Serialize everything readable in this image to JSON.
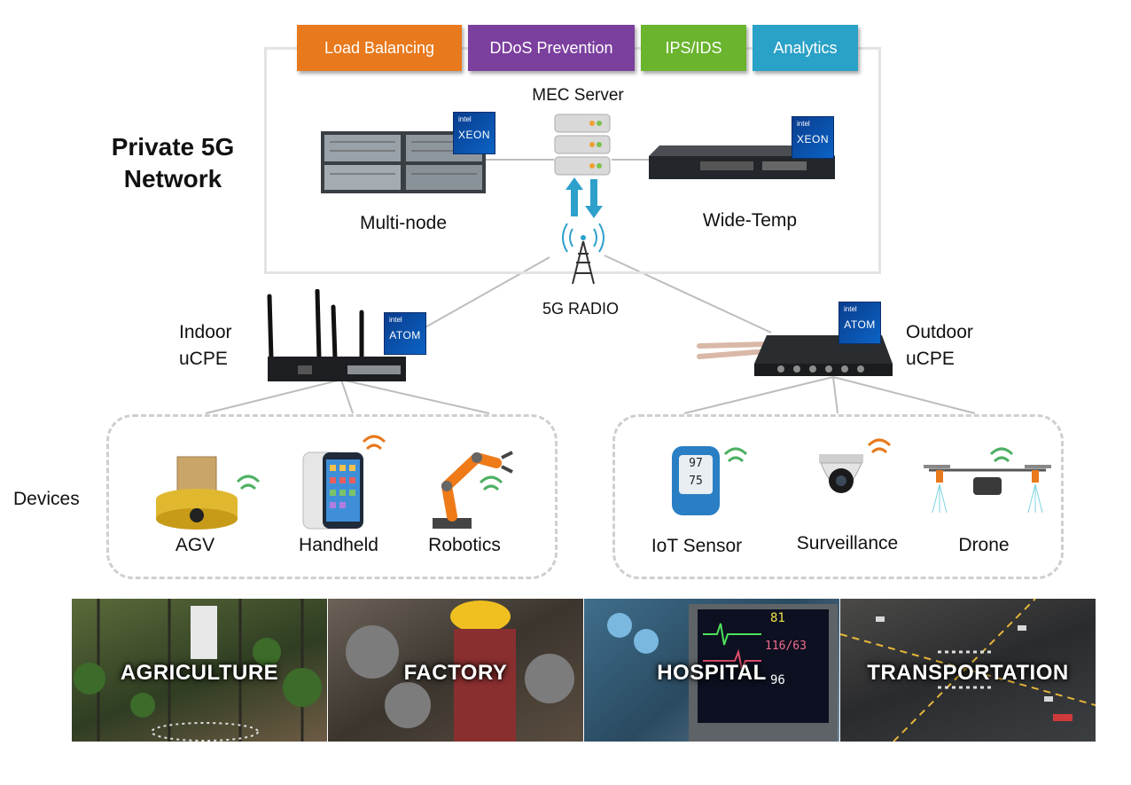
{
  "services": [
    {
      "label": "Load Balancing",
      "color": "#e8791d"
    },
    {
      "label": "DDoS Prevention",
      "color": "#7b3f9e"
    },
    {
      "label": "IPS/IDS",
      "color": "#6ab42e"
    },
    {
      "label": "Analytics",
      "color": "#2aa1c6"
    }
  ],
  "network_title": "Private 5G Network",
  "mec_label": "MEC Server",
  "multinode_label": "Multi-node",
  "widetemp_label": "Wide-Temp",
  "radio_label": "5G RADIO",
  "indoor_label": "Indoor uCPE",
  "outdoor_label": "Outdoor uCPE",
  "devices_label": "Devices",
  "chips": {
    "xeon_brand": "intel",
    "xeon_name": "XEON",
    "atom_brand": "intel",
    "atom_name": "ATOM"
  },
  "devices_left": [
    "AGV",
    "Handheld",
    "Robotics"
  ],
  "devices_right": [
    "IoT Sensor",
    "Surveillance",
    "Drone"
  ],
  "oximeter": {
    "top": "97",
    "bottom": "75"
  },
  "monitor_values": [
    "81",
    "116/63",
    "96"
  ],
  "industries": [
    "AGRICULTURE",
    "FACTORY",
    "HOSPITAL",
    "TRANSPORTATION"
  ]
}
